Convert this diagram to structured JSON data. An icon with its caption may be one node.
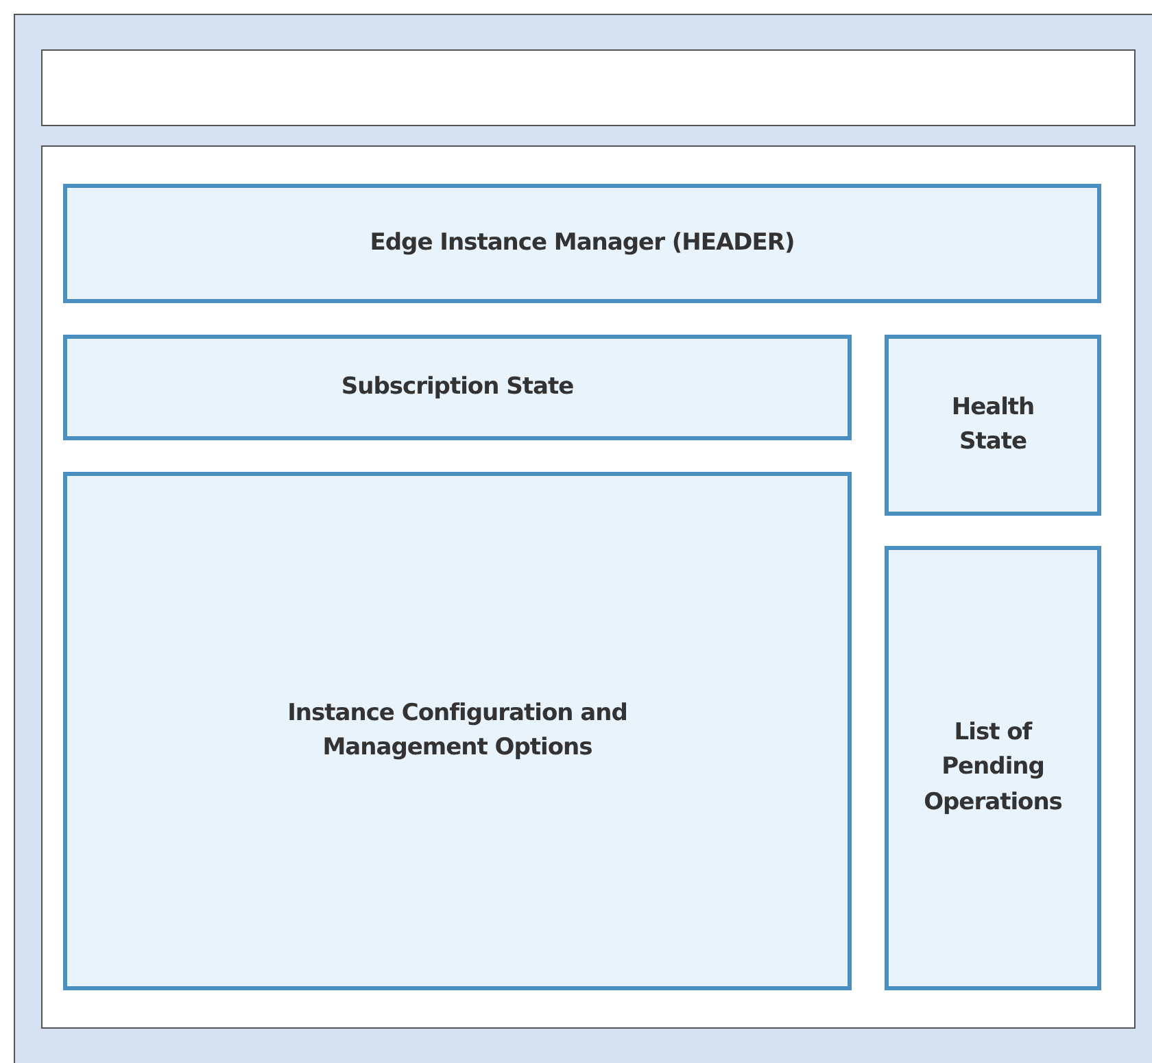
{
  "diagram": {
    "nodes": [
      {
        "text": [],
        "shape": "box"
      },
      {
        "text": [],
        "shape": "box"
      },
      {
        "text": [
          "Edge Instance Manager (HEADER)"
        ],
        "in": 1
      },
      {
        "text": [
          "Subscription State"
        ],
        "in": 1
      },
      {
        "text": [
          "Health State"
        ],
        "in": 1
      },
      {
        "text": [
          "Instance Configuration and Management Options"
        ],
        "in": 1
      },
      {
        "text": [
          "List of Pending Operations"
        ],
        "in": 1
      }
    ]
  }
}
